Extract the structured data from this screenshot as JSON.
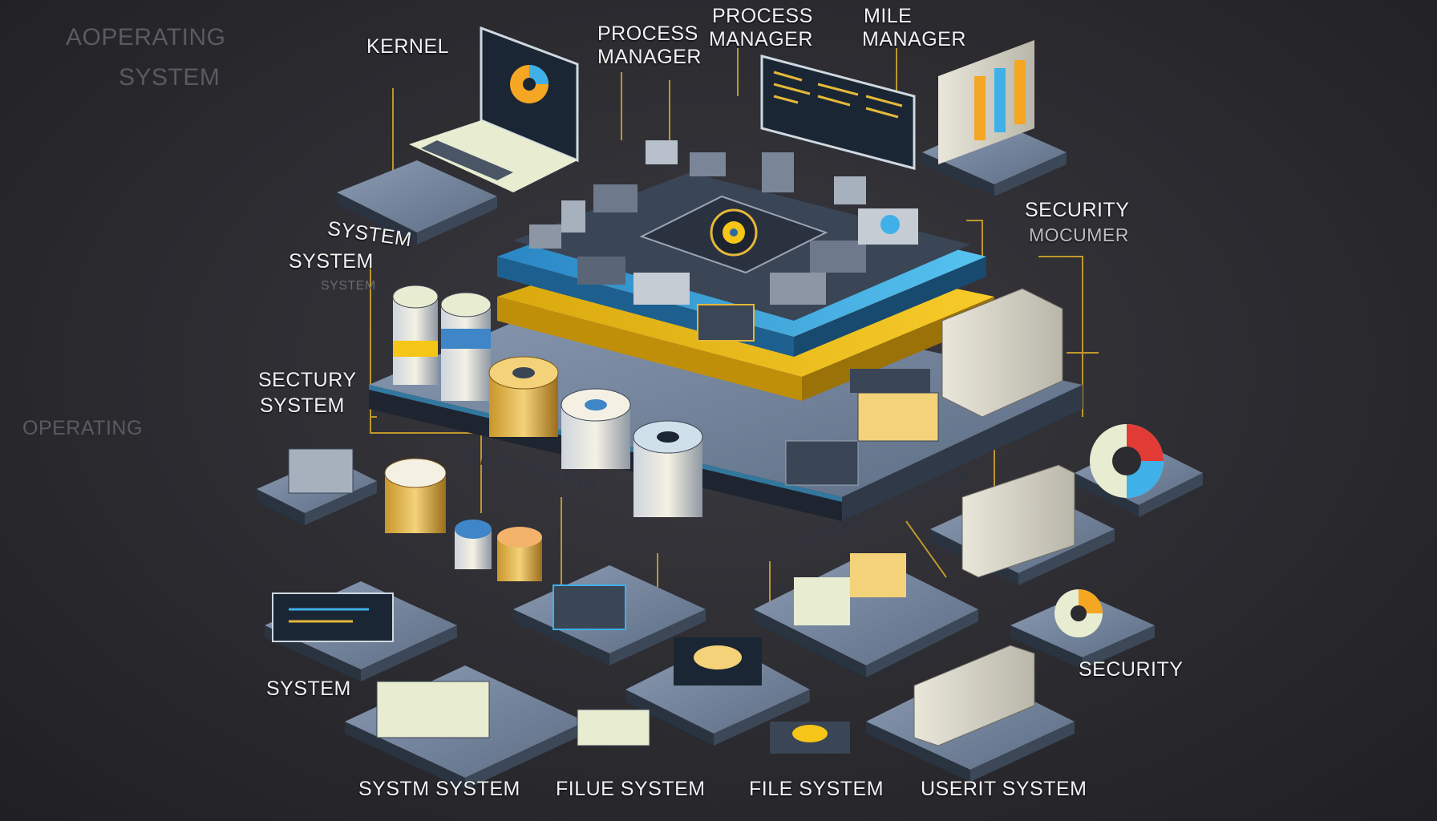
{
  "labels": {
    "watermark_operating": "AOPERATING",
    "watermark_system": "SYSTEM",
    "kernel": "KERNEL",
    "process_manager_1_line1": "PROCESS",
    "process_manager_1_line2": "MANAGER",
    "process_manager_2_line1": "PROCESS",
    "process_manager_2_line2": "MANAGER",
    "mile_manager_line1": "MILE",
    "mile_manager_line2": "MANAGER",
    "system_top": "SYSTEM",
    "system_left": "SYSTEM",
    "system_left_ghost": "SYSTEM",
    "security_mocumer_line1": "SECURITY",
    "security_mocumer_line2": "MOCUMER",
    "sectury_system_line1": "SECTURY",
    "sectury_system_line2": "SYSTEM",
    "operating_ghost": "OPERATING",
    "system_bottom_left": "SYSTEM",
    "security_right": "SECURITY",
    "platform_text_left": "RROOTOAUIR",
    "platform_text_right": "PEQURY SYSTEM",
    "bottom_1": "SYSTM SYSTEM",
    "bottom_2": "FILUE SYSTEM",
    "bottom_3": "FILE SYSTEM",
    "bottom_4": "USERIT SYSTEM"
  },
  "colors": {
    "background": "#2b2b30",
    "accent_blue": "#3fb0e8",
    "accent_yellow": "#f5c518",
    "platform_top": "#7d8ea6",
    "platform_side": "#1e2530",
    "connector": "#d8a92a",
    "accent_red": "#e23b35"
  }
}
